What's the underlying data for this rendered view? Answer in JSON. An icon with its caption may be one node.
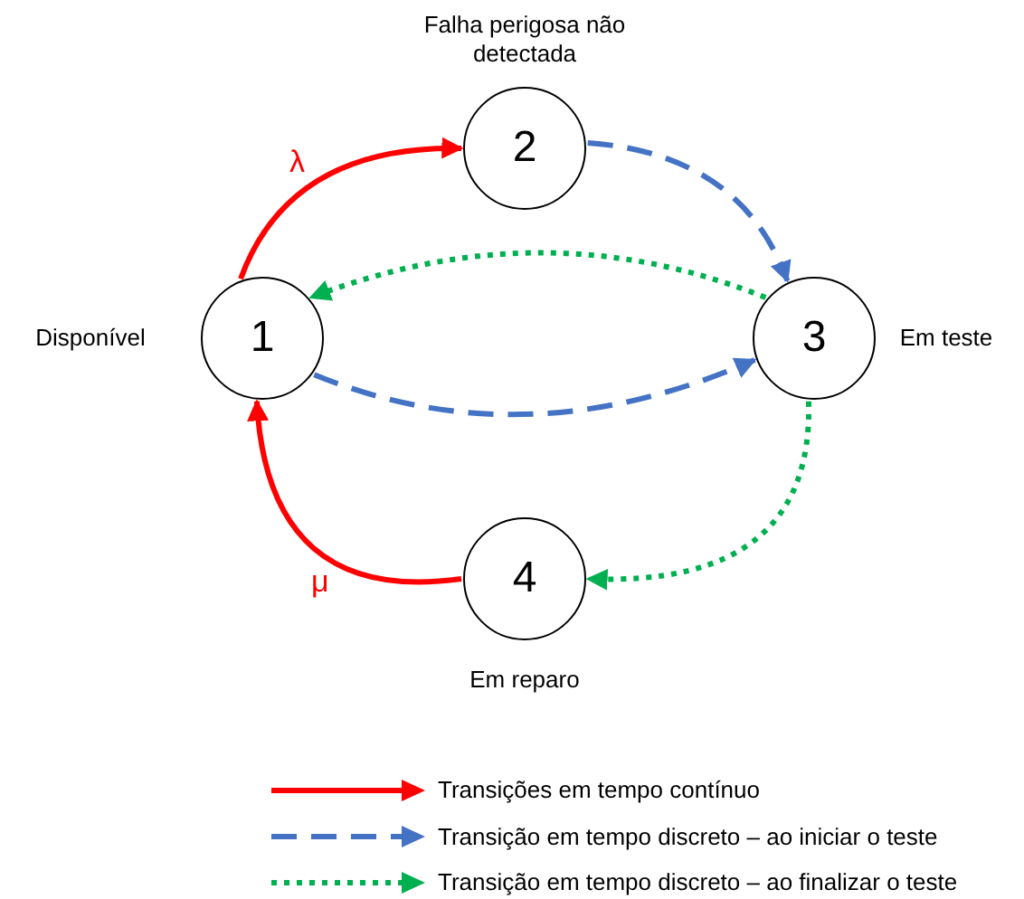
{
  "diagram": {
    "nodes": [
      {
        "text": [
          "1"
        ],
        "beside": [
          "Disponível"
        ]
      },
      {
        "text": [
          "2"
        ],
        "beside": [
          "Falha perigosa não detectada"
        ]
      },
      {
        "text": [
          "3"
        ],
        "beside": [
          "Em teste"
        ]
      },
      {
        "text": [
          "4"
        ],
        "beside": [
          "Em reparo"
        ]
      }
    ],
    "edges": [
      {
        "from": 0,
        "to": 1,
        "arrow": "to",
        "label": "λ",
        "color": "#ff0000"
      },
      {
        "from": 1,
        "to": 2,
        "arrow": "to",
        "style": "dashed",
        "color": "#4472c4"
      },
      {
        "from": 2,
        "to": 0,
        "arrow": "to",
        "style": "dashed",
        "color": "#00b050"
      },
      {
        "from": 0,
        "to": 2,
        "arrow": "to",
        "style": "dashed",
        "color": "#4472c4"
      },
      {
        "from": 2,
        "to": 3,
        "arrow": "to",
        "style": "dashed",
        "color": "#00b050"
      },
      {
        "from": 3,
        "to": 0,
        "arrow": "to",
        "label": "μ",
        "color": "#ff0000"
      }
    ],
    "legend": [
      {
        "text": "Transições em tempo contínuo"
      },
      {
        "text": "Transição em tempo discreto – ao iniciar o teste"
      },
      {
        "text": "Transição em tempo discreto – ao finalizar o teste"
      }
    ]
  }
}
